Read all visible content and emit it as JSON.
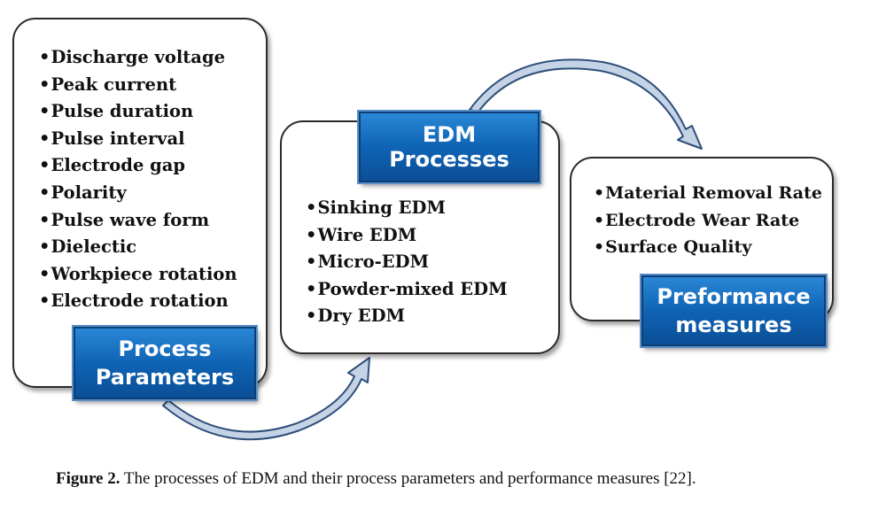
{
  "process_parameters": {
    "label_line1": "Process",
    "label_line2": "Parameters",
    "items": [
      "Discharge voltage",
      "Peak current",
      "Pulse duration",
      "Pulse interval",
      "Electrode gap",
      "Polarity",
      "Pulse wave form",
      "Dielectic",
      "Workpiece rotation",
      "Electrode rotation"
    ]
  },
  "edm_processes": {
    "label": "EDM Processes",
    "items": [
      "Sinking EDM",
      "Wire EDM",
      "Micro-EDM",
      "Powder-mixed EDM",
      "Dry EDM"
    ]
  },
  "performance_measures": {
    "label_line1": "Preformance",
    "label_line2": "measures",
    "items": [
      "Material Removal Rate",
      "Electrode Wear Rate",
      "Surface Quality"
    ]
  },
  "caption": {
    "figure_label": "Figure 2.",
    "text": " The processes of EDM and their process parameters and performance measures [22]."
  },
  "colors": {
    "label_fill": "#0f63b5",
    "arrow_fill": "#c5d3e6",
    "arrow_stroke": "#2f4f7a"
  }
}
